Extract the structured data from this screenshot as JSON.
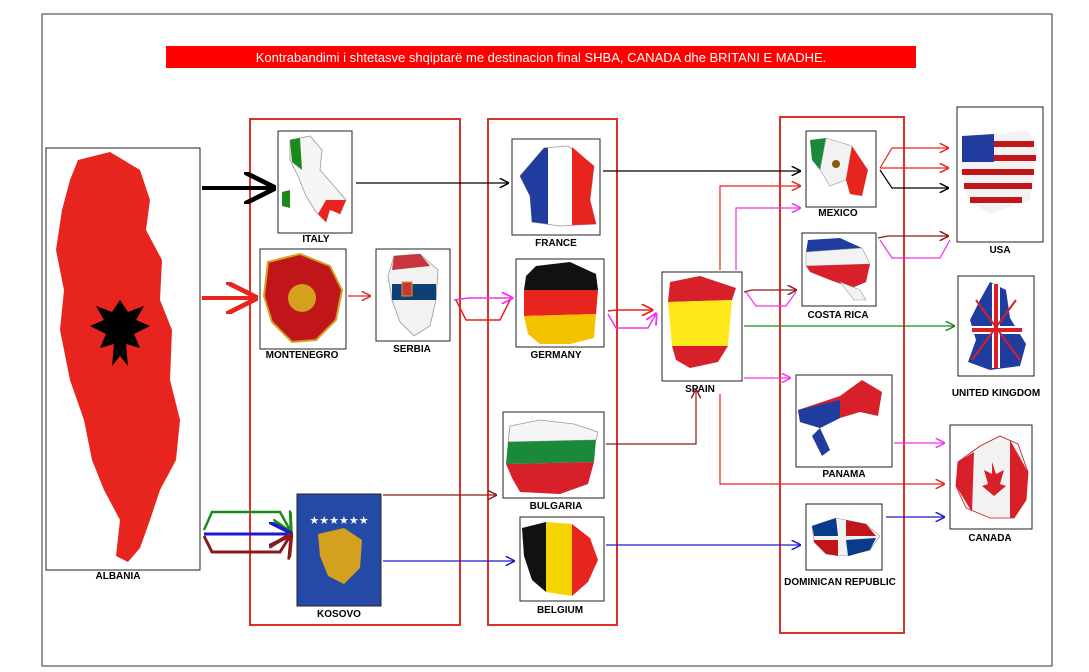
{
  "title": "Kontrabandimi i shtetasve shqiptarë me destinacion final SHBA, CANADA dhe BRITANI E MADHE.",
  "colors": {
    "title_bg": "#ff0000",
    "title_text": "#ffffff",
    "group_border": "#e0302a",
    "arrow_black": "#000000",
    "arrow_red": "#e8241e",
    "arrow_magenta": "#ee33ee",
    "arrow_darkred": "#8b1a1a",
    "arrow_green": "#1a8a1a",
    "arrow_blue": "#1a1acc"
  },
  "origin": {
    "name": "ALBANIA",
    "icon": "albania-flag-map-icon"
  },
  "transit": {
    "italy": "ITALY",
    "montenegro": "MONTENEGRO",
    "serbia": "SERBIA",
    "kosovo": "KOSOVO",
    "france": "FRANCE",
    "germany": "GERMANY",
    "bulgaria": "BULGARIA",
    "belgium": "BELGIUM",
    "spain": "SPAIN",
    "mexico": "MEXICO",
    "costa_rica": "COSTA RICA",
    "panama": "PANAMA",
    "dominican_republic": "DOMINICAN REPUBLIC"
  },
  "destinations": {
    "usa": "USA",
    "uk": "UNITED KINGDOM",
    "canada": "CANADA"
  }
}
